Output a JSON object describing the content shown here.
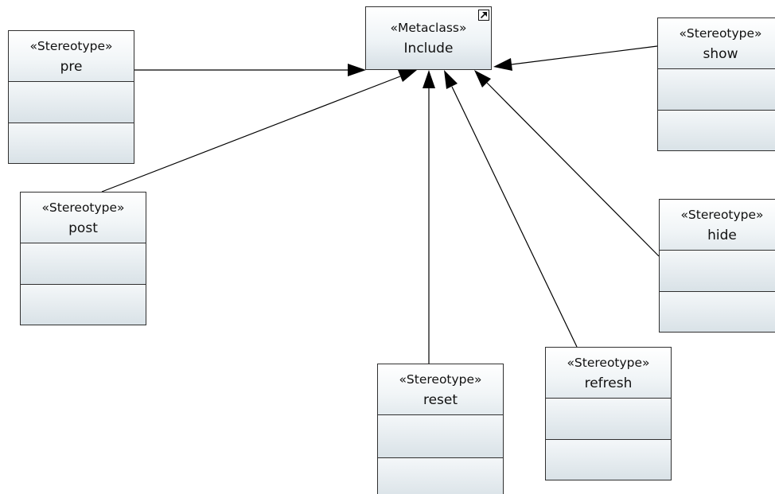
{
  "metaclass": {
    "stereotype": "«Metaclass»",
    "name": "Include",
    "icon": "external-link-icon"
  },
  "stereotypes": [
    {
      "id": "pre",
      "stereotype": "«Stereotype»",
      "name": "pre"
    },
    {
      "id": "post",
      "stereotype": "«Stereotype»",
      "name": "post"
    },
    {
      "id": "reset",
      "stereotype": "«Stereotype»",
      "name": "reset"
    },
    {
      "id": "refresh",
      "stereotype": "«Stereotype»",
      "name": "refresh"
    },
    {
      "id": "hide",
      "stereotype": "«Stereotype»",
      "name": "hide"
    },
    {
      "id": "show",
      "stereotype": "«Stereotype»",
      "name": "show"
    }
  ],
  "edges": [
    {
      "from": "pre",
      "to": "Include",
      "arrow": "filled-triangle"
    },
    {
      "from": "post",
      "to": "Include",
      "arrow": "filled-triangle"
    },
    {
      "from": "reset",
      "to": "Include",
      "arrow": "filled-triangle"
    },
    {
      "from": "refresh",
      "to": "Include",
      "arrow": "filled-triangle"
    },
    {
      "from": "hide",
      "to": "Include",
      "arrow": "filled-triangle"
    },
    {
      "from": "show",
      "to": "Include",
      "arrow": "filled-triangle"
    }
  ],
  "colors": {
    "line": "#000000",
    "border": "#303030",
    "gradient_top": "#ffffff",
    "gradient_bottom": "#d6dfe5"
  }
}
